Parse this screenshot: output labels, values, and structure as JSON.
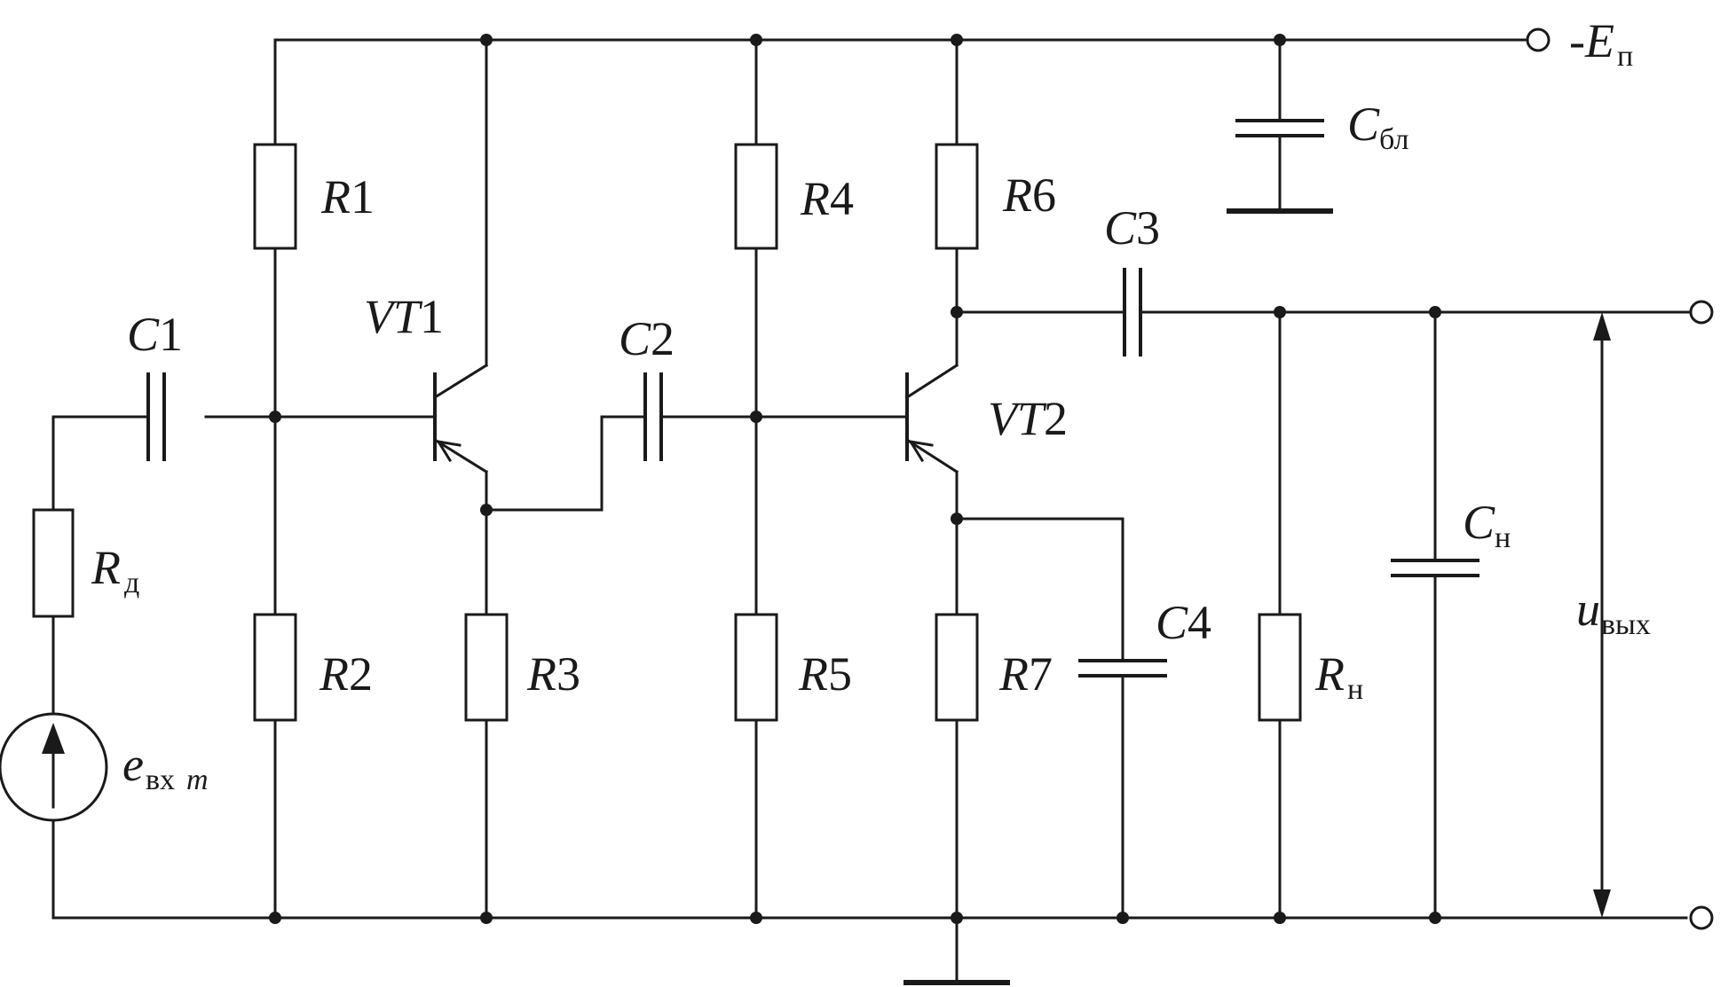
{
  "labels": {
    "R1": {
      "letter": "R",
      "index": "1"
    },
    "R2": {
      "letter": "R",
      "index": "2"
    },
    "R3": {
      "letter": "R",
      "index": "3"
    },
    "R4": {
      "letter": "R",
      "index": "4"
    },
    "R5": {
      "letter": "R",
      "index": "5"
    },
    "R6": {
      "letter": "R",
      "index": "6"
    },
    "R7": {
      "letter": "R",
      "index": "7"
    },
    "Rd": {
      "letter": "R",
      "sub": "д"
    },
    "Rn": {
      "letter": "R",
      "sub": "н"
    },
    "C1": {
      "letter": "C",
      "index": "1"
    },
    "C2": {
      "letter": "C",
      "index": "2"
    },
    "C3": {
      "letter": "C",
      "index": "3"
    },
    "C4": {
      "letter": "C",
      "index": "4"
    },
    "Cn": {
      "letter": "C",
      "sub": "н"
    },
    "Cbl": {
      "letter": "C",
      "sub": "бл"
    },
    "VT1": {
      "letter": "VT",
      "index": "1"
    },
    "VT2": {
      "letter": "VT",
      "index": "2"
    },
    "supply": {
      "prefix": "-",
      "letter": "E",
      "sub": "п"
    },
    "source": {
      "letter": "e",
      "sub": "вх",
      "sub2": "m"
    },
    "output": {
      "letter": "u",
      "sub": "вых"
    }
  }
}
